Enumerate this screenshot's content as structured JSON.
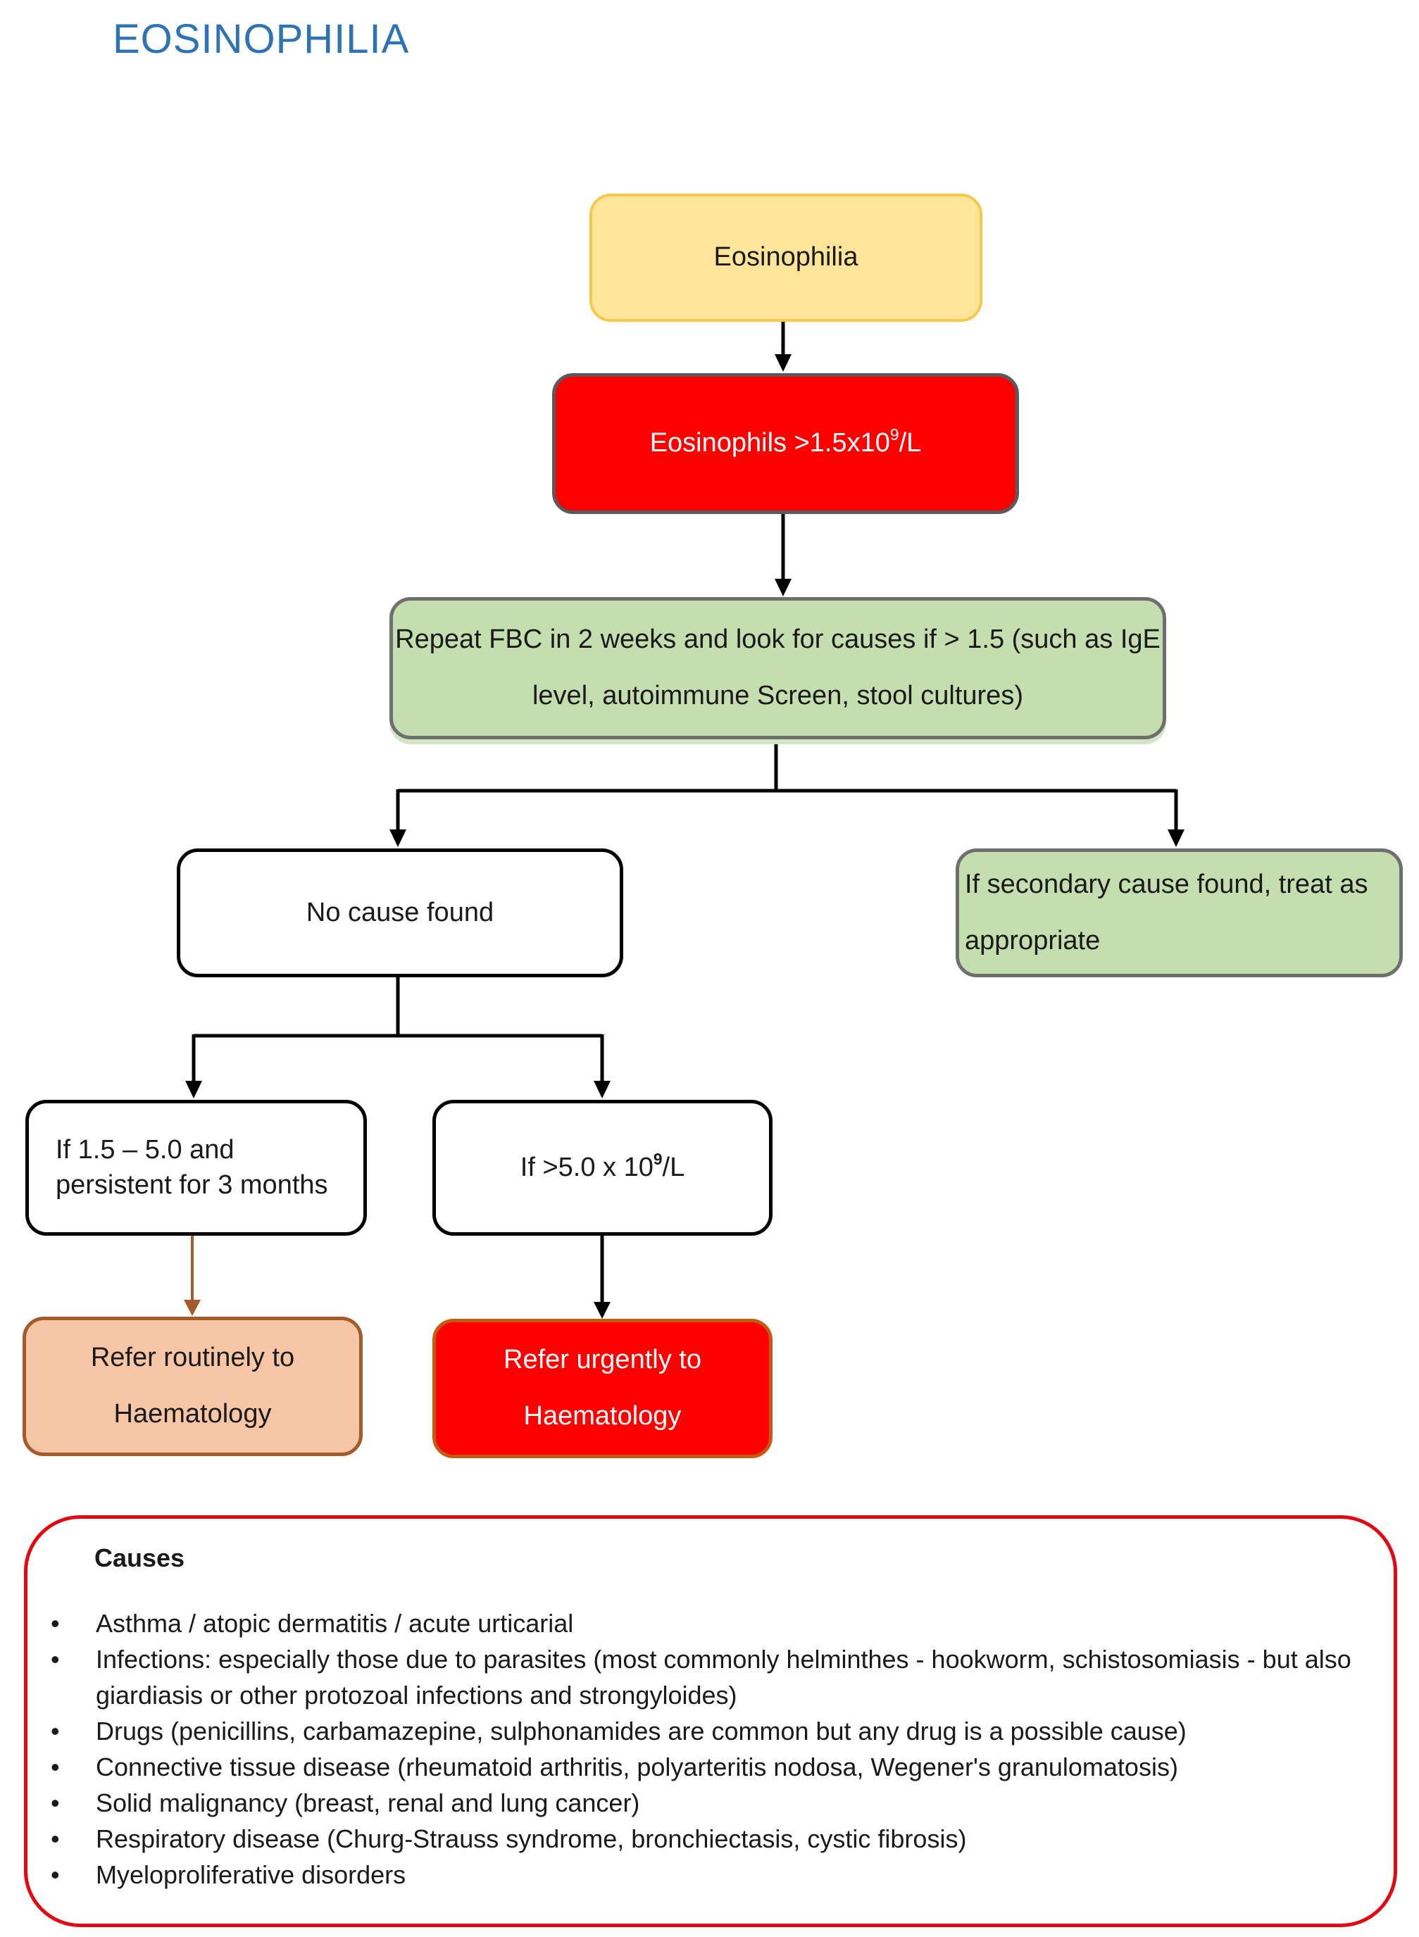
{
  "title": "EOSINOPHILIA",
  "nodes": {
    "eosinophilia": "Eosinophilia",
    "threshold": {
      "main": "Eosinophils >1.5x10",
      "sup": "9",
      "unit": "/L"
    },
    "repeat_fbc": {
      "line1": "Repeat FBC in 2 weeks and look for causes if > 1.5 (such as IgE",
      "line2": "level, autoimmune Screen, stool cultures)"
    },
    "no_cause": "No cause found",
    "secondary_cause": {
      "line1": "If secondary cause found, treat as",
      "line2": "appropriate"
    },
    "range_persistent": {
      "line1": "If 1.5 – 5.0 and",
      "line2": "persistent for 3 months"
    },
    "over_five": {
      "main": "If >5.0 x 10",
      "sup": "9",
      "unit": "/L"
    },
    "refer_routine": {
      "line1": "Refer routinely to",
      "line2": "Haematology"
    },
    "refer_urgent": {
      "line1": "Refer urgently to",
      "line2": "Haematology"
    }
  },
  "causes": {
    "heading": "Causes",
    "bullet": "•",
    "items": [
      "Asthma / atopic dermatitis / acute urticarial",
      "Infections: especially those due to parasites (most commonly helminthes - hookworm, schistosomiasis - but also giardiasis or other protozoal infections and strongyloides)",
      "Drugs (penicillins, carbamazepine, sulphonamides are common but any drug is a possible cause)",
      "Connective tissue disease (rheumatoid arthritis, polyarteritis nodosa, Wegener's granulomatosis)",
      "Solid malignancy (breast, renal and lung cancer)",
      "Respiratory disease (Churg-Strauss syndrome, bronchiectasis, cystic fibrosis)",
      "Myeloproliferative disorders"
    ]
  },
  "colors": {
    "title": "#2e74b5",
    "yellow_fill": "#ffe599",
    "red_fill": "#ff0000",
    "green_fill": "#c5deb0",
    "peach_fill": "#f7c6a6",
    "causes_border": "#e30613",
    "routine_arrow": "#a55a2a"
  }
}
